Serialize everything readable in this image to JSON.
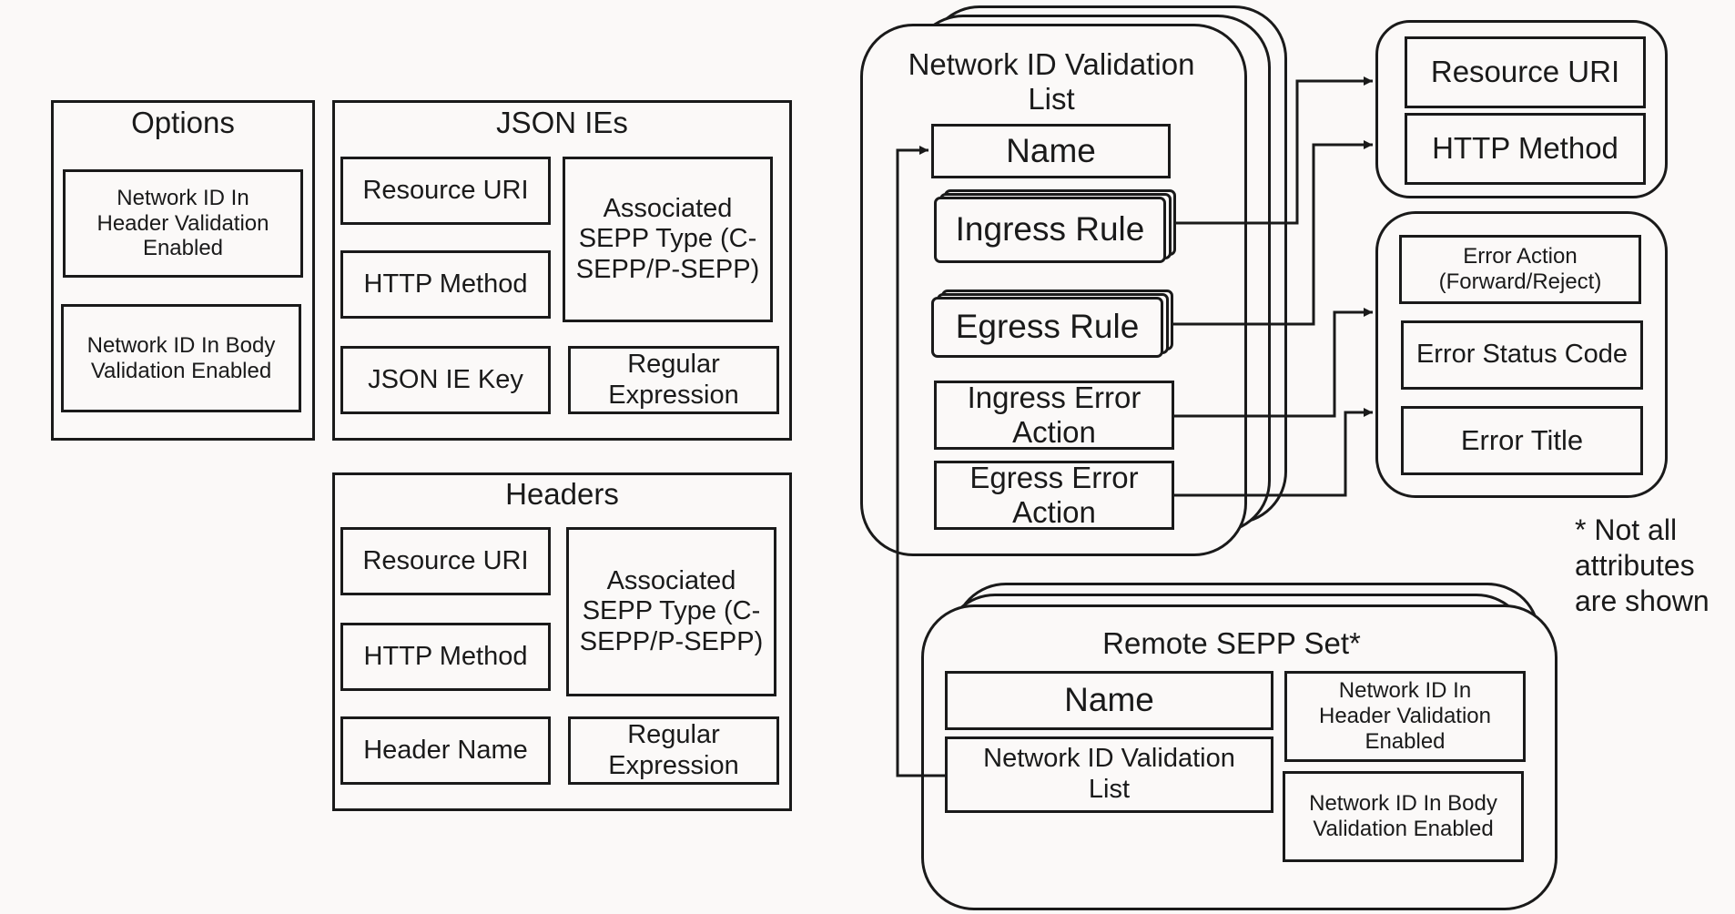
{
  "options": {
    "title": "Options",
    "header_validation": "Network ID In\nHeader Validation\nEnabled",
    "body_validation": "Network ID In Body\nValidation Enabled"
  },
  "json_ies": {
    "title": "JSON IEs",
    "resource_uri": "Resource URI",
    "associated_sepp_type": "Associated\nSEPP Type (C-\nSEPP/P-SEPP)",
    "http_method": "HTTP Method",
    "ie_key": "JSON IE Key",
    "regular_expression": "Regular\nExpression"
  },
  "headers": {
    "title": "Headers",
    "resource_uri": "Resource URI",
    "associated_sepp_type": "Associated\nSEPP Type (C-\nSEPP/P-SEPP)",
    "http_method": "HTTP Method",
    "header_name": "Header Name",
    "regular_expression": "Regular\nExpression"
  },
  "validation_list": {
    "title": "Network ID Validation\nList",
    "name": "Name",
    "ingress_rule": "Ingress Rule",
    "egress_rule": "Egress Rule",
    "ingress_error_action": "Ingress Error\nAction",
    "egress_error_action": "Egress Error\nAction"
  },
  "rule_box": {
    "resource_uri": "Resource URI",
    "http_method": "HTTP Method"
  },
  "error_box": {
    "error_action": "Error Action\n(Forward/Reject)",
    "error_status_code": "Error Status Code",
    "error_title": "Error Title"
  },
  "remote_sepp_set": {
    "title": "Remote SEPP Set*",
    "name": "Name",
    "validation_list": "Network ID Validation\nList",
    "header_validation": "Network ID In\nHeader Validation\nEnabled",
    "body_validation": "Network ID In Body\nValidation Enabled"
  },
  "footnote": "* Not all\nattributes\nare shown",
  "colors": {
    "stroke": "#1a1a1a",
    "background": "#fbf9f8"
  }
}
